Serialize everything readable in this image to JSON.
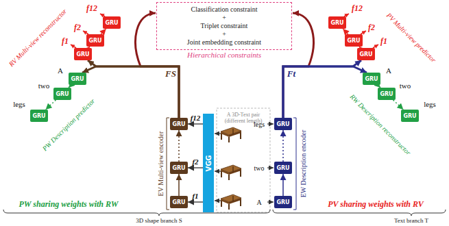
{
  "diagram": {
    "nodes": [
      {
        "text": [
          "Classification constraint",
          "+",
          "Triplet constraint",
          "+",
          "Joint embedding constraint",
          "Hierarchical constraints"
        ]
      },
      {
        "text": [
          "GRU"
        ]
      },
      {
        "text": [
          "GRU"
        ]
      },
      {
        "text": [
          "GRU"
        ]
      },
      {
        "text": [
          "GRU"
        ]
      },
      {
        "text": [
          "GRU"
        ]
      },
      {
        "text": [
          "GRU"
        ]
      },
      {
        "text": [
          "GRU"
        ]
      },
      {
        "text": [
          "GRU"
        ]
      },
      {
        "text": [
          "GRU"
        ]
      },
      {
        "text": [
          "GRU"
        ]
      },
      {
        "text": [
          "GRU"
        ]
      },
      {
        "text": [
          "GRU"
        ]
      },
      {
        "text": [
          "GRU"
        ]
      },
      {
        "text": [
          "GRU"
        ]
      },
      {
        "text": [
          "GRU"
        ]
      },
      {
        "text": [
          "VGG"
        ]
      },
      {
        "text": [
          "GRU"
        ]
      },
      {
        "text": [
          "GRU"
        ]
      },
      {
        "text": [
          "GRU"
        ]
      }
    ],
    "edges": [
      {
        "from": 13,
        "to": 0,
        "arrow": "to"
      },
      {
        "from": 17,
        "to": 0,
        "arrow": "to"
      },
      {
        "from": 13,
        "to": 1,
        "arrow": "to"
      },
      {
        "from": 13,
        "to": 4,
        "arrow": "to"
      },
      {
        "from": 17,
        "to": 7,
        "arrow": "to"
      },
      {
        "from": 17,
        "to": 10,
        "arrow": "to"
      },
      {
        "from": 1,
        "to": 2,
        "arrow": "to"
      },
      {
        "from": 2,
        "to": 3,
        "arrow": "to"
      },
      {
        "from": 4,
        "to": 5,
        "arrow": "to"
      },
      {
        "from": 5,
        "to": 6,
        "arrow": "to"
      },
      {
        "from": 7,
        "to": 8,
        "arrow": "to"
      },
      {
        "from": 8,
        "to": 9,
        "arrow": "to"
      },
      {
        "from": 10,
        "to": 11,
        "arrow": "to"
      },
      {
        "from": 11,
        "to": 12,
        "arrow": "to"
      },
      {
        "from": 15,
        "to": 14,
        "arrow": "to"
      },
      {
        "from": 14,
        "to": 13,
        "arrow": "to"
      },
      {
        "from": 19,
        "to": 18,
        "arrow": "to"
      },
      {
        "from": 18,
        "to": 17,
        "arrow": "to"
      },
      {
        "from": 16,
        "to": 13,
        "arrow": "to",
        "label": "f12"
      },
      {
        "from": 16,
        "to": 14,
        "arrow": "to",
        "label": "f2"
      },
      {
        "from": 16,
        "to": 15,
        "arrow": "to",
        "label": "f1"
      }
    ],
    "labels": [
      "f1",
      "f2",
      "f12",
      "A",
      "two",
      "legs",
      "f1",
      "f2",
      "f12",
      "A",
      "two",
      "legs",
      "RV Multi-view reconstructor",
      "PW Description predictor",
      "PV Multi-view predictor",
      "RW Description reconstructor",
      "FS",
      "Ft",
      "EV Multi-view encoder",
      "EW Description encoder",
      "A 3D-Text pair (different length)",
      "legs",
      "two",
      "A",
      "PW sharing weights with RW",
      "PV sharing weights with RV",
      "3D shape branch S",
      "Text branch T"
    ]
  }
}
